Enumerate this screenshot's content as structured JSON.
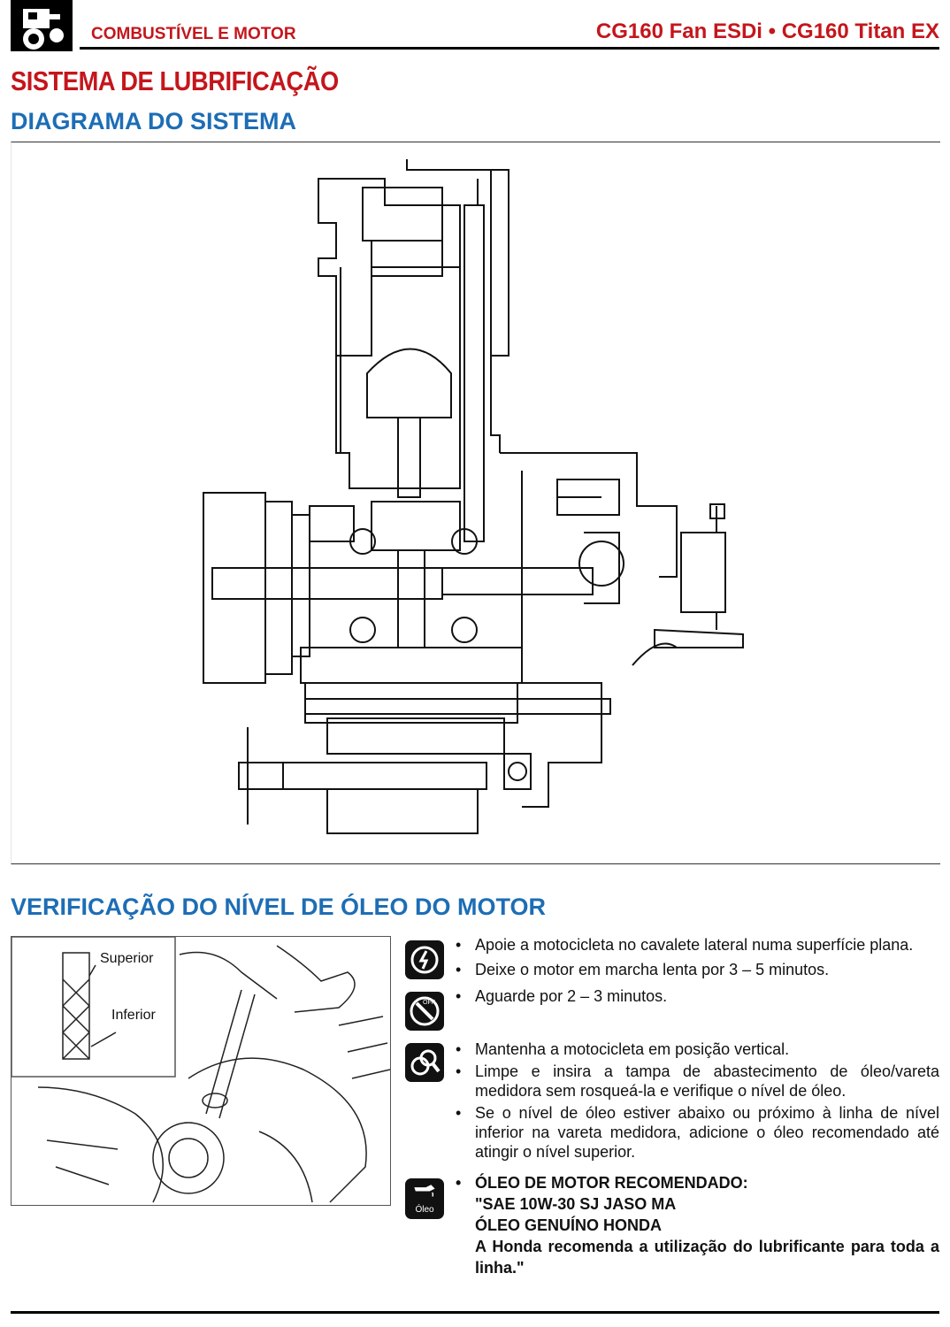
{
  "header": {
    "section": "COMBUSTÍVEL E MOTOR",
    "model": "CG160 Fan ESDi • CG160 Titan EX",
    "logo_icon": "engine-logo-icon"
  },
  "titles": {
    "main": "SISTEMA DE LUBRIFICAÇÃO",
    "diagram": "DIAGRAMA DO SISTEMA",
    "oil_check": "VERIFICAÇÃO DO NÍVEL DE ÓLEO DO MOTOR"
  },
  "photo": {
    "label_upper": "Superior",
    "label_lower": "Inferior"
  },
  "instructions": {
    "group1": [
      "Apoie a motocicleta no cavalete lateral numa superfície plana.",
      "Deixe o motor em marcha lenta por 3 – 5 minutos."
    ],
    "group2": [
      "Aguarde por 2 – 3 minutos."
    ],
    "group3": [
      "Mantenha a motocicleta em posição vertical.",
      "Limpe e insira a tampa de abastecimento de óleo/vareta medidora sem rosqueá-la e verifique o nível de óleo.",
      "Se o nível de óleo estiver abaixo ou próximo à linha de nível inferior na vareta medidora, adicione o óleo recomendado até atingir o nível superior."
    ],
    "oil": {
      "heading": "ÓLEO DE MOTOR RECOMENDADO:",
      "line1": "\"SAE 10W-30 SJ JASO MA",
      "line2": "ÓLEO GENUÍNO HONDA",
      "line3": "A Honda recomenda a utilização do lubrificante para toda a linha.\"",
      "icon_label": "Óleo"
    }
  },
  "colors": {
    "red": "#c4161c",
    "blue": "#1d6db5"
  }
}
